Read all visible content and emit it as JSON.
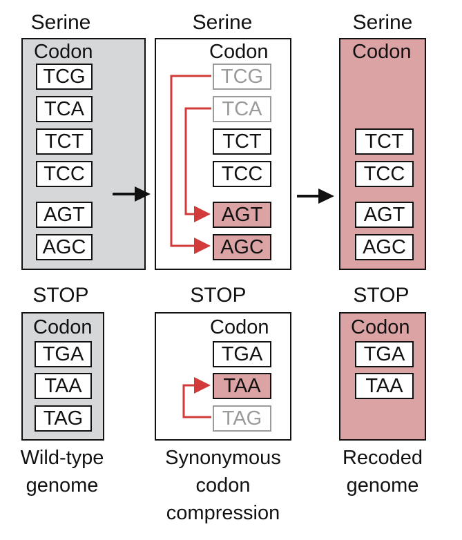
{
  "columns": [
    {
      "serine_title": "Serine",
      "codon_header": "Codon",
      "serine_codons": [
        "TCG",
        "TCA",
        "TCT",
        "TCC",
        "AGT",
        "AGC"
      ],
      "stop_title": "STOP",
      "stop_header": "Codon",
      "stop_codons": [
        "TGA",
        "TAA",
        "TAG"
      ],
      "caption": [
        "Wild-type",
        "genome"
      ]
    },
    {
      "serine_title": "Serine",
      "codon_header": "Codon",
      "serine_codons": [
        "TCG",
        "TCA",
        "TCT",
        "TCC",
        "AGT",
        "AGC"
      ],
      "stop_title": "STOP",
      "stop_header": "Codon",
      "stop_codons": [
        "TGA",
        "TAA",
        "TAG"
      ],
      "caption": [
        "Synonymous",
        "codon",
        "compression"
      ]
    },
    {
      "serine_title": "Serine",
      "codon_header": "Codon",
      "serine_codons": [
        "TCT",
        "TCC",
        "AGT",
        "AGC"
      ],
      "stop_title": "STOP",
      "stop_header": "Codon",
      "stop_codons": [
        "TGA",
        "TAA"
      ],
      "caption": [
        "Recoded",
        "genome"
      ]
    }
  ],
  "colors": {
    "wildtype_panel": "#d6d7d9",
    "recoded_panel": "#dca3a5",
    "highlight": "#dca3a5",
    "arrow_red": "#d33a3a",
    "faded": "#9a9a9a"
  }
}
